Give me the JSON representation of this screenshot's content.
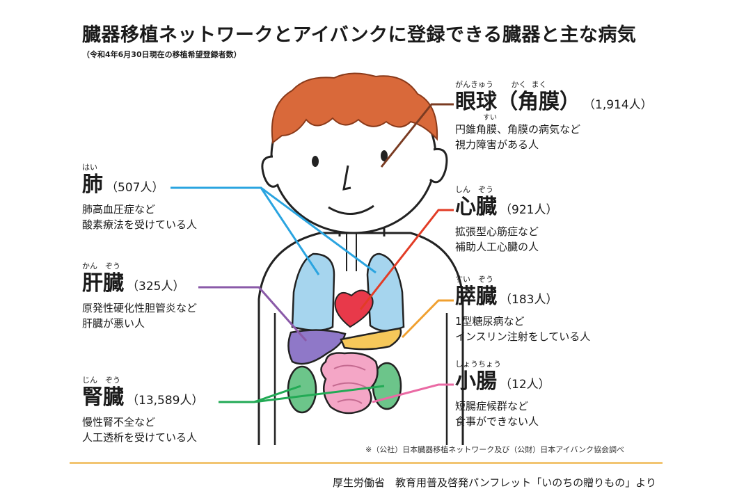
{
  "title": "臓器移植ネットワークとアイバンクに登録できる臓器と主な病気",
  "subtitle": "（令和4年6月30日現在の移植希望登録者数）",
  "organs": {
    "eye": {
      "ruby": "がんきゅう　　 かく  まく",
      "ruby2": "",
      "name": "眼球（角膜）",
      "count": "（1,914人）",
      "desc1": "円錐角膜、角膜の病気など",
      "desc1_ruby": "すい",
      "desc2": "視力障害がある人",
      "color": "#7a3b22"
    },
    "heart": {
      "ruby": "しん　ぞう",
      "name": "心臓",
      "count": "（921人）",
      "desc1": "拡張型心筋症など",
      "desc2": "補助人工心臓の人",
      "color": "#e23c26"
    },
    "pancreas": {
      "ruby": "すい　ぞう",
      "name": "膵臓",
      "count": "（183人）",
      "desc1": "1型糖尿病など",
      "desc2": "インスリン注射をしている人",
      "color": "#f0a030"
    },
    "intestine": {
      "ruby": "しょうちょう",
      "name": "小腸",
      "count": "（12人）",
      "desc1": "短腸症候群など",
      "desc2": "食事ができない人",
      "color": "#ea6aa4"
    },
    "lung": {
      "ruby": "はい",
      "name": "肺",
      "count": "（507人）",
      "desc1": "肺高血圧症など",
      "desc2": "酸素療法を受けている人",
      "color": "#2aa4e0"
    },
    "liver": {
      "ruby": "かん　ぞう",
      "name": "肝臓",
      "count": "（325人）",
      "desc1": "原発性硬化性胆管炎など",
      "desc2": "肝臓が悪い人",
      "color": "#8a5aa8"
    },
    "kidney": {
      "ruby": "じん　ぞう",
      "name": "腎臓",
      "count": "（13,589人）",
      "desc1": "慢性腎不全など",
      "desc2": "人工透析を受けている人",
      "color": "#22aa55"
    }
  },
  "note": "※（公社）日本臓器移植ネットワーク及び（公財）日本アイバンク協会調べ",
  "source": "厚生労働省　教育用普及啓発パンフレット「いのちの贈りもの」より",
  "colors": {
    "rule": "#f2c572",
    "hair": "#d9693a",
    "lung_fill": "#a6d5ee",
    "heart_fill": "#e8394a",
    "liver_fill": "#8f78c8",
    "pancreas_fill": "#f6c85a",
    "intestine_fill": "#f4a6c6",
    "kidney_fill": "#6cc58a"
  }
}
